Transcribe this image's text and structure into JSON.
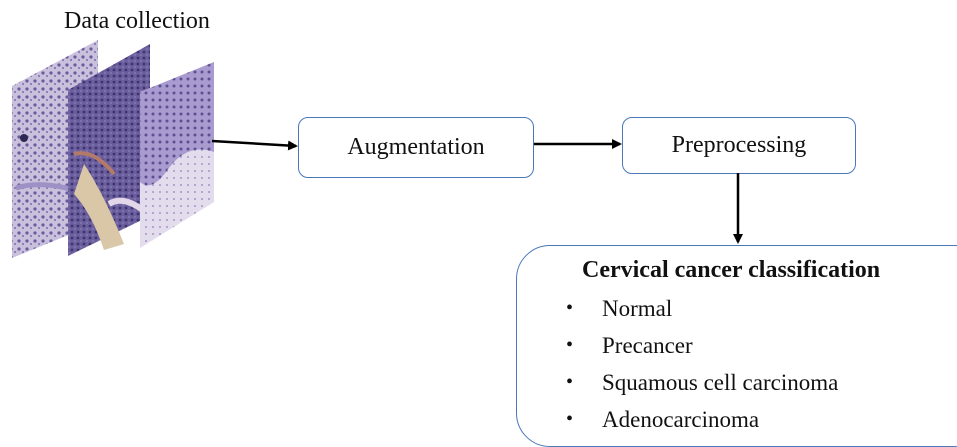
{
  "data_collection": {
    "label": "Data collection"
  },
  "steps": [
    {
      "id": "augmentation",
      "label": "Augmentation"
    },
    {
      "id": "preprocessing",
      "label": "Preprocessing"
    }
  ],
  "classification": {
    "title": "Cervical cancer classification",
    "bullet": "•",
    "classes": [
      "Normal",
      "Precancer",
      "Squamous cell carcinoma",
      "Adenocarcinoma"
    ]
  }
}
